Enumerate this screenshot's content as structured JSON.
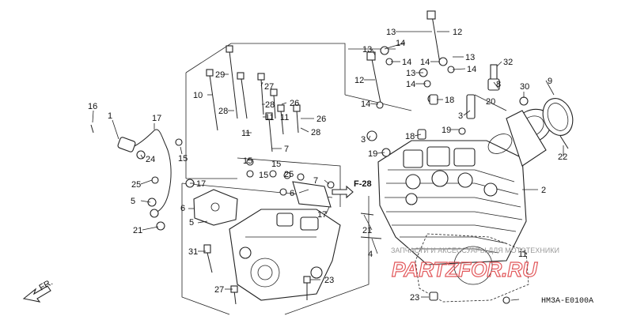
{
  "diagram": {
    "callouts": [
      {
        "id": "c13a",
        "text": "13"
      },
      {
        "id": "c14a",
        "text": "14"
      },
      {
        "id": "c12a",
        "text": "12"
      },
      {
        "id": "c13b",
        "text": "13"
      },
      {
        "id": "c14b",
        "text": "14"
      },
      {
        "id": "c14c",
        "text": "14"
      },
      {
        "id": "c13c",
        "text": "13"
      },
      {
        "id": "c32",
        "text": "32"
      },
      {
        "id": "c13d",
        "text": "13"
      },
      {
        "id": "c14d",
        "text": "14"
      },
      {
        "id": "c14e",
        "text": "14"
      },
      {
        "id": "c12b",
        "text": "12"
      },
      {
        "id": "c8",
        "text": "8"
      },
      {
        "id": "c9",
        "text": "9"
      },
      {
        "id": "c30",
        "text": "30"
      },
      {
        "id": "c20",
        "text": "20"
      },
      {
        "id": "c18a",
        "text": "18"
      },
      {
        "id": "c14f",
        "text": "14"
      },
      {
        "id": "c3a",
        "text": "3"
      },
      {
        "id": "c19a",
        "text": "19"
      },
      {
        "id": "c3b",
        "text": "3"
      },
      {
        "id": "c18b",
        "text": "18"
      },
      {
        "id": "c19b",
        "text": "19"
      },
      {
        "id": "c22",
        "text": "22"
      },
      {
        "id": "c2",
        "text": "2"
      },
      {
        "id": "c29",
        "text": "29"
      },
      {
        "id": "c10",
        "text": "10"
      },
      {
        "id": "c27a",
        "text": "27"
      },
      {
        "id": "c28a",
        "text": "28"
      },
      {
        "id": "c28b",
        "text": "28"
      },
      {
        "id": "c26a",
        "text": "26"
      },
      {
        "id": "c11a",
        "text": "11"
      },
      {
        "id": "c11b",
        "text": "11"
      },
      {
        "id": "c26b",
        "text": "26"
      },
      {
        "id": "c28c",
        "text": "28"
      },
      {
        "id": "c11c",
        "text": "11"
      },
      {
        "id": "c7a",
        "text": "7"
      },
      {
        "id": "c16",
        "text": "16"
      },
      {
        "id": "c1",
        "text": "1"
      },
      {
        "id": "c17a",
        "text": "17"
      },
      {
        "id": "c24",
        "text": "24"
      },
      {
        "id": "c15a",
        "text": "15"
      },
      {
        "id": "c15b",
        "text": "15"
      },
      {
        "id": "c15c",
        "text": "15"
      },
      {
        "id": "c15d",
        "text": "15"
      },
      {
        "id": "c25a",
        "text": "25"
      },
      {
        "id": "c7b",
        "text": "7"
      },
      {
        "id": "c25b",
        "text": "25"
      },
      {
        "id": "c17b",
        "text": "17"
      },
      {
        "id": "c5a",
        "text": "5"
      },
      {
        "id": "c6a",
        "text": "6"
      },
      {
        "id": "c5b",
        "text": "5"
      },
      {
        "id": "c6b",
        "text": "6"
      },
      {
        "id": "c17c",
        "text": "17"
      },
      {
        "id": "c21a",
        "text": "21"
      },
      {
        "id": "c21b",
        "text": "21"
      },
      {
        "id": "c4",
        "text": "4"
      },
      {
        "id": "c11d",
        "text": "11"
      },
      {
        "id": "c31",
        "text": "31"
      },
      {
        "id": "c27b",
        "text": "27"
      },
      {
        "id": "c23a",
        "text": "23"
      },
      {
        "id": "c23b",
        "text": "23"
      }
    ],
    "section_ref": "F-28",
    "front_marker": "FR.",
    "diagram_code": "HM3A-E0100A",
    "watermark_line1": "ЗАПЧАСТИ И АКСЕССУАРЫ ДЛЯ МОТОТЕХНИКИ",
    "watermark_line2": "PARTZFOR.RU"
  }
}
